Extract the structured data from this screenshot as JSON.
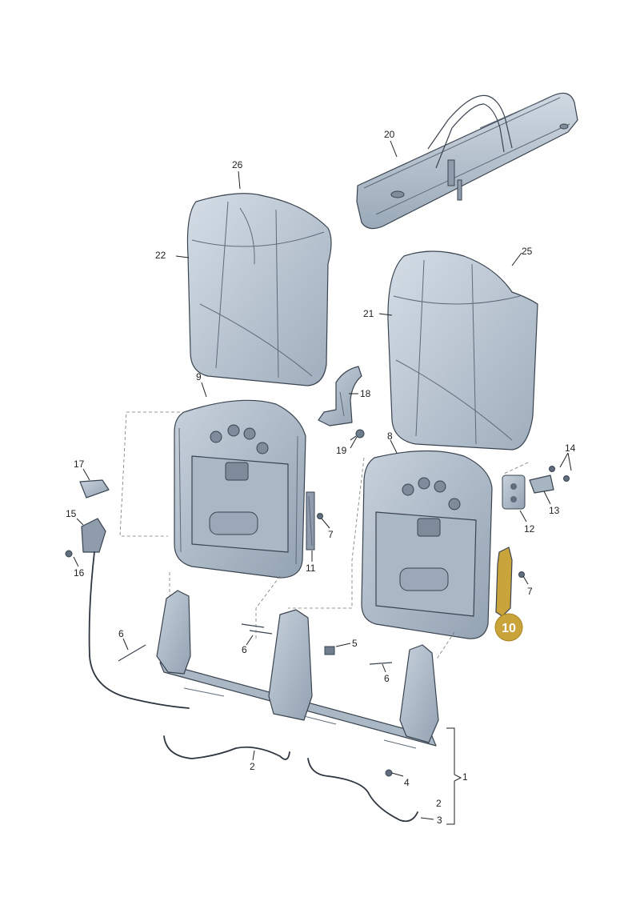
{
  "colors": {
    "part_fill": "#b9c5d1",
    "part_fill_light": "#cdd6df",
    "part_fill_dark": "#8e9cab",
    "outline": "#3a4450",
    "highlight": "#c9a43a",
    "highlight_text": "#ffffff"
  },
  "callouts": {
    "p1": "1",
    "p2a": "2",
    "p2b": "2",
    "p3": "3",
    "p4": "4",
    "p5": "5",
    "p6a": "6",
    "p6b": "6",
    "p6c": "6",
    "p7a": "7",
    "p7b": "7",
    "p8": "8",
    "p9": "9",
    "p10": "10",
    "p11": "11",
    "p12": "12",
    "p13": "13",
    "p14": "14",
    "p15": "15",
    "p16": "16",
    "p17": "17",
    "p18": "18",
    "p19": "19",
    "p20": "20",
    "p21": "21",
    "p22": "22",
    "p25": "25",
    "p26": "26"
  }
}
